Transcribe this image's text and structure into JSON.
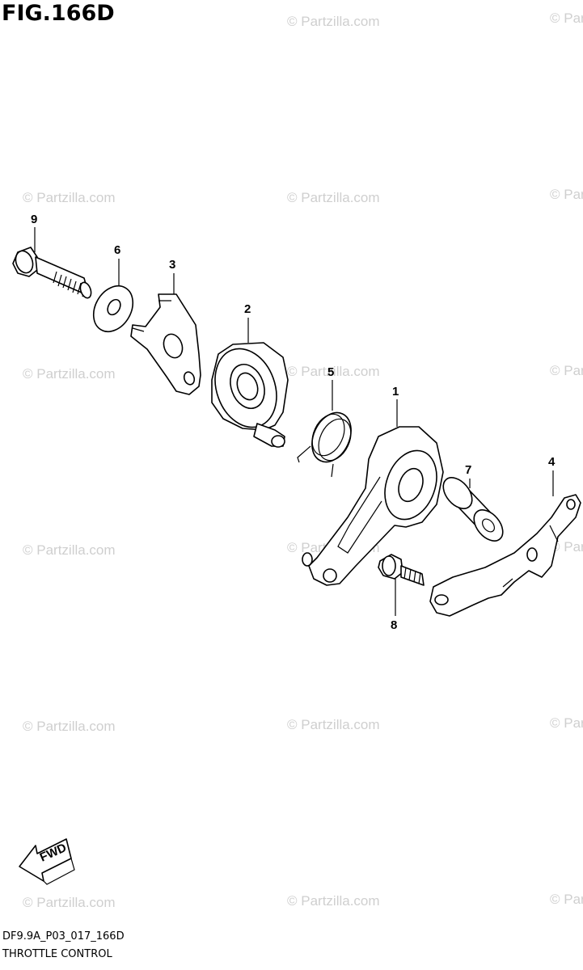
{
  "figure": {
    "title": "FIG.166D",
    "code": "DF9.9A_P03_017_166D",
    "name": "THROTTLE CONTROL"
  },
  "watermark": {
    "text": "© Partzilla.com"
  },
  "callouts": {
    "c1": "1",
    "c2": "2",
    "c3": "3",
    "c4": "4",
    "c5": "5",
    "c6": "6",
    "c7": "7",
    "c8": "8",
    "c9": "9"
  },
  "direction_indicator": {
    "label": "FWD"
  },
  "icons": {
    "fwd_arrow": "fwd-arrow-icon"
  }
}
